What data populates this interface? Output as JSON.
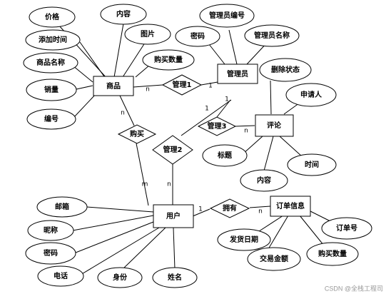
{
  "entities": {
    "product": "商品",
    "admin": "管理员",
    "comment": "评论",
    "user": "用户",
    "order": "订单信息"
  },
  "relationships": {
    "manage1": "管理1",
    "manage2": "管理2",
    "manage3": "管理3",
    "buy": "购买",
    "has": "拥有"
  },
  "product_attributes": {
    "price": "价格",
    "content": "内容",
    "image": "图片",
    "added_time": "添加时间",
    "name": "商品名称",
    "purchase_qty": "购买数量",
    "sales": "销量",
    "number": "编号"
  },
  "admin_attributes": {
    "admin_no": "管理员编号",
    "password": "密码",
    "admin_name": "管理员名称"
  },
  "comment_attributes": {
    "delete_status": "删除状态",
    "applicant": "申请人",
    "title": "标题",
    "time": "时间",
    "content": "内容"
  },
  "user_attributes": {
    "email": "邮箱",
    "nickname": "昵称",
    "password": "密码",
    "phone": "电话",
    "identity": "身份",
    "name": "姓名"
  },
  "order_attributes": {
    "order_no": "订单号",
    "ship_date": "发货日期",
    "amount": "交易金额",
    "purchase_qty": "购买数量"
  },
  "cardinalities": {
    "product_manage1": "n",
    "admin_manage1": "1",
    "admin_manage3": "1",
    "comment_manage3": "n",
    "admin_manage2": "1",
    "user_manage2": "n",
    "product_buy": "n",
    "user_buy": "m",
    "user_has": "1",
    "order_has": "n"
  },
  "watermark": "CSDN @全栈工程司"
}
